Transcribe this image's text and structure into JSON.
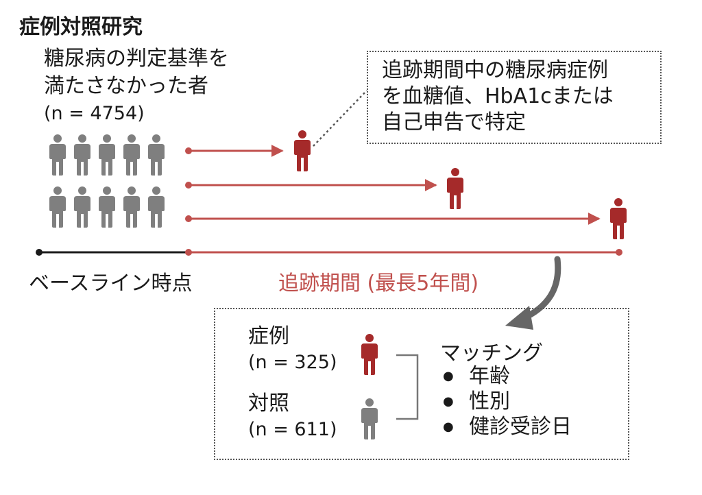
{
  "title": "症例対照研究",
  "cohort": {
    "line1": "糖尿病の判定基準を",
    "line2": "満たさなかった者",
    "n": "(n = 4754)"
  },
  "callout": {
    "line1": "追跡期間中の糖尿病症例",
    "line2": "を血糖値、HbA1cまたは",
    "line3": "自己申告で特定"
  },
  "timeline": {
    "baseline_label": "ベースライン時点",
    "followup_label": "追跡期間 (最長5年間)"
  },
  "matching_box": {
    "case_label": "症例",
    "case_n": "(n = 325)",
    "control_label": "対照",
    "control_n": "(n = 611)",
    "matching_title": "マッチング",
    "criteria": [
      "年齢",
      "性別",
      "健診受診日"
    ]
  },
  "colors": {
    "case": "#a52a2a",
    "control": "#7f7f7f",
    "followup": "#c0504d",
    "baseline": "#1a1a1a"
  },
  "icons": [
    "person-icon"
  ]
}
